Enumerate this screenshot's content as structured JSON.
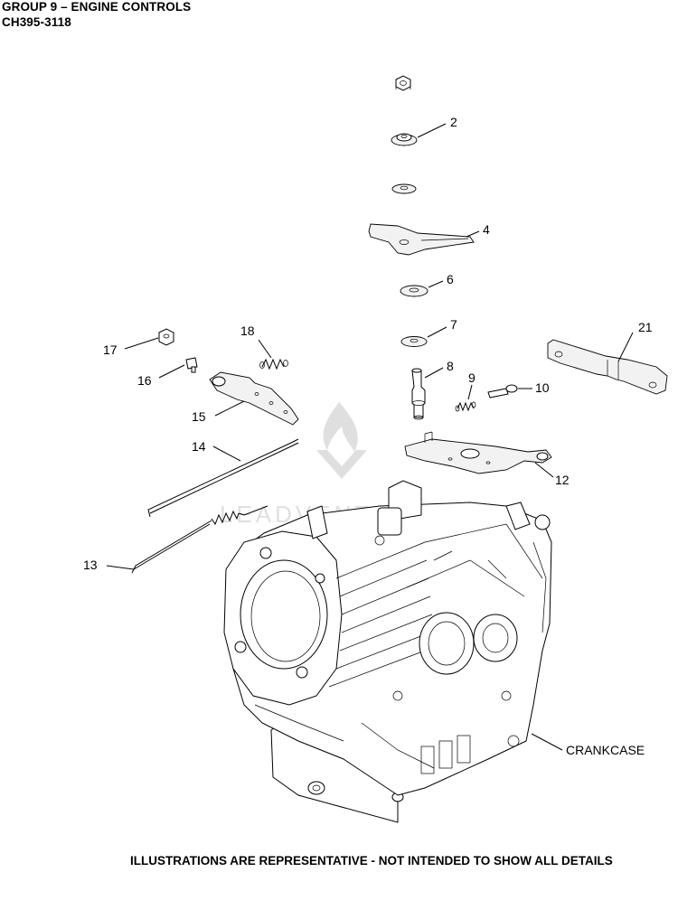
{
  "header": {
    "title": "GROUP 9 – ENGINE CONTROLS",
    "code": "CH395-3118"
  },
  "callouts": {
    "c2": "2",
    "c4": "4",
    "c6": "6",
    "c7": "7",
    "c8": "8",
    "c9": "9",
    "c10": "10",
    "c12": "12",
    "c13": "13",
    "c14": "14",
    "c15": "15",
    "c16": "16",
    "c17": "17",
    "c18": "18",
    "c21": "21",
    "crankcase": "CRANKCASE"
  },
  "watermark": {
    "text": "LEADVENTURE"
  },
  "footer": {
    "note": "ILLUSTRATIONS ARE REPRESENTATIVE - NOT INTENDED TO SHOW ALL DETAILS"
  }
}
